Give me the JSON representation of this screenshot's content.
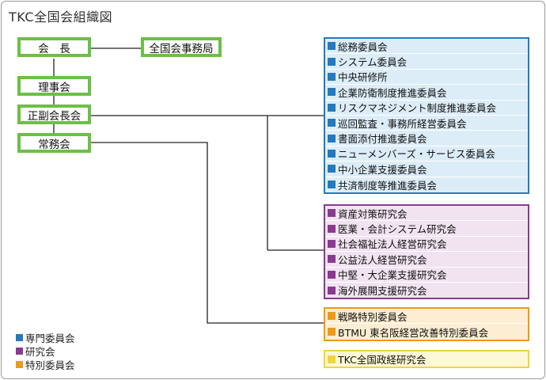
{
  "title": "TKC全国会組織図",
  "nodes": {
    "president": "会　長",
    "secretariat": "全国会事務局",
    "board": "理事会",
    "vice_presidents": "正副会長会",
    "executive": "常務会"
  },
  "groups": {
    "committees": {
      "color": "#2679bd",
      "items": [
        "総務委員会",
        "システム委員会",
        "中央研修所",
        "企業防衛制度推進委員会",
        "リスクマネジメント制度推進委員会",
        "巡回監査・事務所経営委員会",
        "書面添付推進委員会",
        "ニューメンバーズ・サービス委員会",
        "中小企業支援委員会",
        "共済制度等推進委員会"
      ]
    },
    "research": {
      "color": "#8a3a90",
      "items": [
        "資産対策研究会",
        "医業・会計システム研究会",
        "社会福祉法人経営研究会",
        "公益法人経営研究会",
        "中堅・大企業支援研究会",
        "海外展開支援研究会"
      ]
    },
    "special": {
      "color": "#ec9a1a",
      "items": [
        "戦略特別委員会",
        "BTMU 東名阪経営改善特別委員会"
      ]
    },
    "political": {
      "color": "#f2d43a",
      "items": [
        "TKC全国政経研究会"
      ]
    }
  },
  "legend": [
    {
      "label": "専門委員会",
      "color": "#2679bd"
    },
    {
      "label": "研究会",
      "color": "#8a3a90"
    },
    {
      "label": "特別委員会",
      "color": "#ec9a1a"
    }
  ]
}
